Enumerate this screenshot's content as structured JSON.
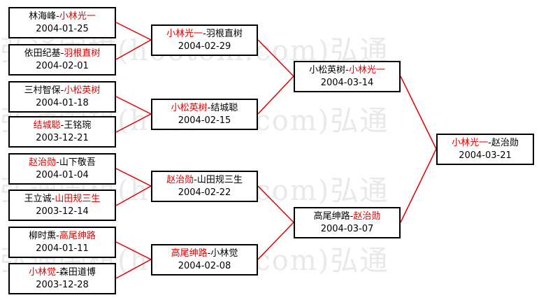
{
  "watermark": "弘通围棋(hootom.com)弘通",
  "colors": {
    "winner": "#e00000",
    "connector": "#e00000",
    "border": "#000000"
  },
  "matches": [
    {
      "id": "r1m1",
      "p1": "林海峰",
      "p2": "小林光一",
      "winner": 2,
      "date": "2004-01-25"
    },
    {
      "id": "r1m2",
      "p1": "依田纪基",
      "p2": "羽根直树",
      "winner": 2,
      "date": "2004-02-01"
    },
    {
      "id": "r1m3",
      "p1": "三村智保",
      "p2": "小松英树",
      "winner": 2,
      "date": "2004-01-18"
    },
    {
      "id": "r1m4",
      "p1": "结城聪",
      "p2": "王铭琬",
      "winner": 1,
      "date": "2003-12-21"
    },
    {
      "id": "r1m5",
      "p1": "赵治勋",
      "p2": "山下敬吾",
      "winner": 1,
      "date": "2004-01-04"
    },
    {
      "id": "r1m6",
      "p1": "王立诚",
      "p2": "山田规三生",
      "winner": 2,
      "date": "2003-12-14"
    },
    {
      "id": "r1m7",
      "p1": "柳时熏",
      "p2": "高尾绅路",
      "winner": 2,
      "date": "2004-01-11"
    },
    {
      "id": "r1m8",
      "p1": "小林觉",
      "p2": "森田道博",
      "winner": 1,
      "date": "2003-12-28"
    },
    {
      "id": "r2m1",
      "p1": "小林光一",
      "p2": "羽根直树",
      "winner": 1,
      "date": "2004-02-29"
    },
    {
      "id": "r2m2",
      "p1": "小松英树",
      "p2": "结城聪",
      "winner": 1,
      "date": "2004-02-15"
    },
    {
      "id": "r2m3",
      "p1": "赵治勋",
      "p2": "山田规三生",
      "winner": 1,
      "date": "2004-02-22"
    },
    {
      "id": "r2m4",
      "p1": "高尾绅路",
      "p2": "小林觉",
      "winner": 1,
      "date": "2004-02-08"
    },
    {
      "id": "r3m1",
      "p1": "小松英树",
      "p2": "小林光一",
      "winner": 2,
      "date": "2004-03-14"
    },
    {
      "id": "r3m2",
      "p1": "高尾绅路",
      "p2": "赵治勋",
      "winner": 2,
      "date": "2004-03-07"
    },
    {
      "id": "final",
      "p1": "小林光一",
      "p2": "赵治勋",
      "winner": 1,
      "date": "2004-03-21"
    }
  ]
}
